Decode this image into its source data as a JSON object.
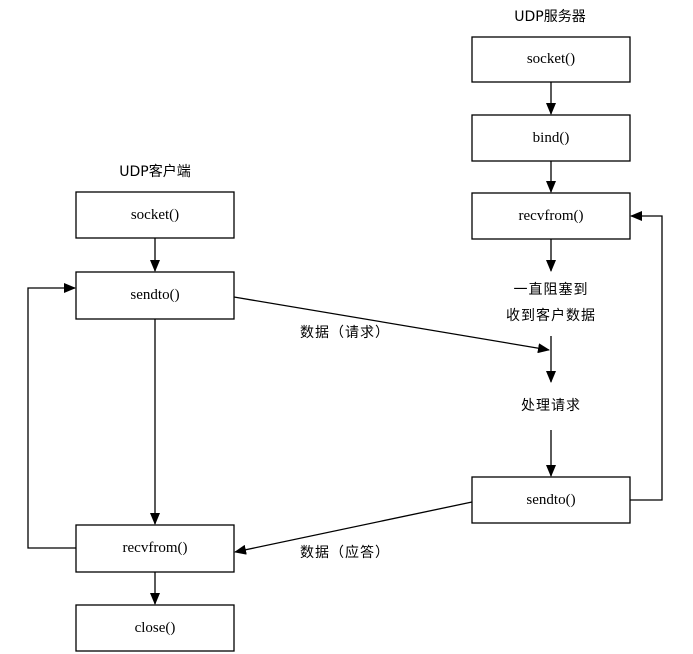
{
  "client": {
    "title": "UDP客户端",
    "socket": "socket()",
    "sendto": "sendto()",
    "recvfrom": "recvfrom()",
    "close": "close()"
  },
  "server": {
    "title": "UDP服务器",
    "socket": "socket()",
    "bind": "bind()",
    "recvfrom": "recvfrom()",
    "block_line1": "一直阻塞到",
    "block_line2": "收到客户数据",
    "process": "处理请求",
    "sendto": "sendto()"
  },
  "messages": {
    "request": "数据（请求）",
    "reply": "数据（应答）"
  }
}
